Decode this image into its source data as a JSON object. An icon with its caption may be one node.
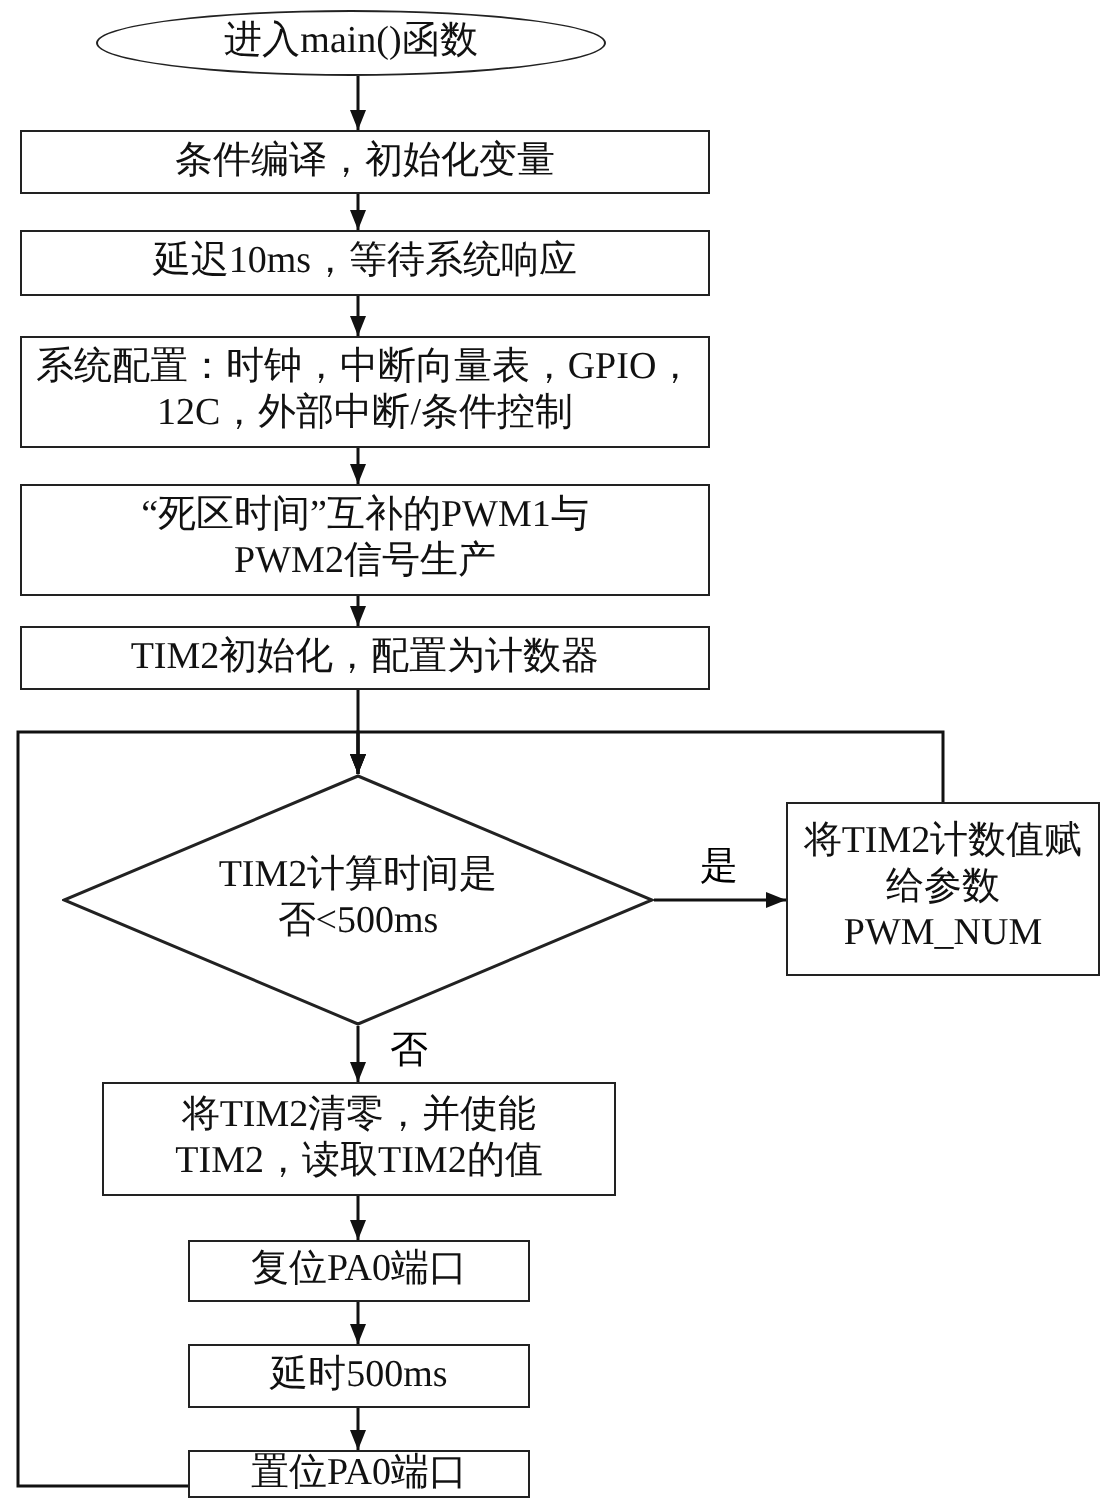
{
  "diagram": {
    "nodes": [
      {
        "text": [
          "进入main()函数"
        ]
      },
      {
        "text": [
          "条件编译，初始化变量"
        ]
      },
      {
        "text": [
          "延迟10ms，等待系统响应"
        ]
      },
      {
        "text": [
          "系统配置：时钟，中断向量表，GPIO，12C，外部中断/条件控制"
        ]
      },
      {
        "text": [
          "“死区时间”互补的PWM1与PWM2信号生产"
        ]
      },
      {
        "text": [
          "TIM2初始化，配置为计数器"
        ]
      },
      {
        "text": [
          "TIM2计算时间是否<500ms"
        ]
      },
      {
        "text": [
          "将TIM2计数值赋给参数PWM_NUM"
        ]
      },
      {
        "text": [
          "将TIM2清零，并使能TIM2，读取TIM2的值"
        ]
      },
      {
        "text": [
          "复位PA0端口"
        ]
      },
      {
        "text": [
          "延时500ms"
        ]
      },
      {
        "text": [
          "置位PA0端口"
        ]
      }
    ],
    "edges": [
      {
        "from": 0,
        "to": 1,
        "arrow": "to"
      },
      {
        "from": 1,
        "to": 2,
        "arrow": "to"
      },
      {
        "from": 2,
        "to": 3,
        "arrow": "to"
      },
      {
        "from": 3,
        "to": 4,
        "arrow": "to"
      },
      {
        "from": 4,
        "to": 5,
        "arrow": "to"
      },
      {
        "from": 5,
        "to": 6,
        "arrow": "to"
      },
      {
        "from": 6,
        "to": 7,
        "arrow": "to",
        "label": "是"
      },
      {
        "from": 6,
        "to": 8,
        "arrow": "to",
        "label": "否"
      },
      {
        "from": 8,
        "to": 9,
        "arrow": "to"
      },
      {
        "from": 9,
        "to": 10,
        "arrow": "to"
      },
      {
        "from": 10,
        "to": 11,
        "arrow": "to"
      },
      {
        "from": 11,
        "to": 6,
        "arrow": "to"
      },
      {
        "from": 7,
        "to": 6,
        "arrow": "to"
      }
    ]
  }
}
